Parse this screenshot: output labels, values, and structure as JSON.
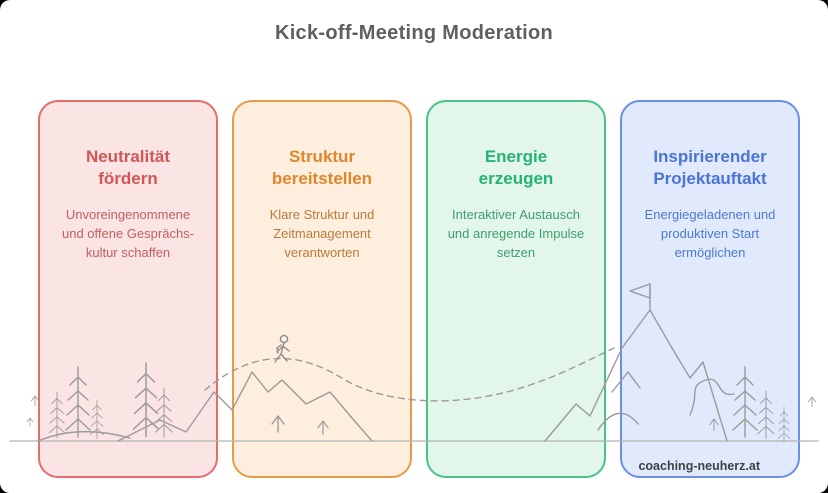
{
  "header": {
    "title": "Kick-off-Meeting Moderation"
  },
  "cards": [
    {
      "title": "Neutralität fördern",
      "body": "Unvoreingenommene und offene Gesprächs-kultur schaffen",
      "colors": {
        "border": "#e86a6a",
        "fill": "#fbe4e4",
        "heading": "#d25656",
        "body": "#c06060"
      }
    },
    {
      "title": "Struktur bereitstellen",
      "body": "Klare Struktur und Zeitmanagement verantworten",
      "colors": {
        "border": "#e99a45",
        "fill": "#fdeedd",
        "heading": "#e0862c",
        "body": "#bb7a3d"
      }
    },
    {
      "title": "Energie erzeugen",
      "body": "Interaktiver Austausch und anregende Impulse setzen",
      "colors": {
        "border": "#49c28a",
        "fill": "#e2f6eb",
        "heading": "#27b375",
        "body": "#3f9e6e"
      }
    },
    {
      "title": "Inspirierender Projektauftakt",
      "body": "Energiegeladenen und produktiven Start ermöglichen",
      "colors": {
        "border": "#6b8fe8",
        "fill": "#e0eafc",
        "heading": "#4a74d6",
        "body": "#4f79cf"
      }
    }
  ],
  "watermark": "coaching-neuherz.at",
  "scene": {
    "art_color": "#9b9b9b",
    "elements": [
      "pine-trees",
      "mountain-ridge",
      "hiker",
      "dashed-trail",
      "summit-flag",
      "twigs",
      "ground-line"
    ]
  }
}
